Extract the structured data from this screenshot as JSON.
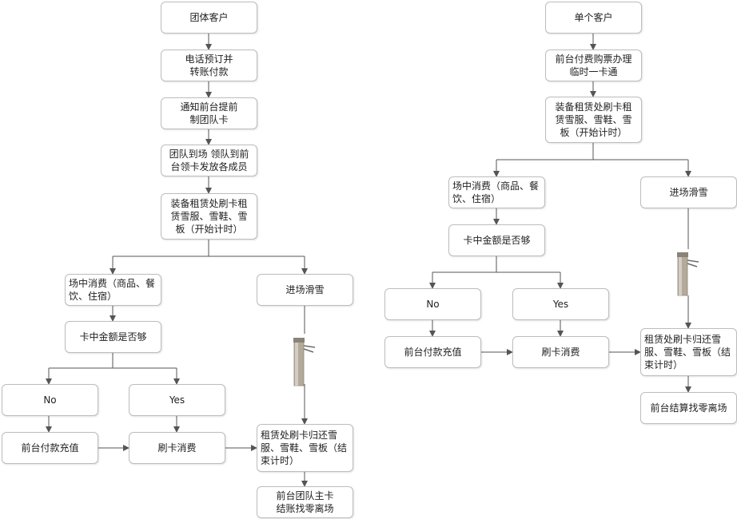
{
  "group_flow": {
    "customer": "团体客户",
    "phone_booking": "电话预订并\n转账付款",
    "notify_front": "通知前台提前\n制团队卡",
    "team_arrive": "团队到场 领队到前\n台领卡发放各成员",
    "rent_gear": "装备租赁处刷卡租\n赁雪服、雪鞋、雪\n板（开始计时）",
    "onsite_spend": "场中消费（商品、餐\n饮、住宿）",
    "enter_ski": "进场滑雪",
    "balance_check": "卡中金额是否够",
    "no": "No",
    "yes": "Yes",
    "recharge": "前台付款充值",
    "swipe_pay": "刷卡消费",
    "return_gear": "租赁处刷卡归还雪\n服、雪鞋、雪板（结\n束计时）",
    "checkout": "前台团队主卡\n结账找零离场"
  },
  "single_flow": {
    "customer": "单个客户",
    "buy_ticket": "前台付费购票办理\n临时一卡通",
    "rent_gear": "装备租赁处刷卡租\n赁雪服、雪鞋、雪\n板（开始计时）",
    "onsite_spend": "场中消费（商品、餐\n饮、住宿）",
    "enter_ski": "进场滑雪",
    "balance_check": "卡中金额是否够",
    "no": "No",
    "yes": "Yes",
    "recharge": "前台付款充值",
    "swipe_pay": "刷卡消费",
    "return_gear": "租赁处刷卡归还雪\n服、雪鞋、雪板（结\n束计时）",
    "checkout": "前台结算找零离场"
  },
  "colors": {
    "line": "#555555",
    "box_border": "#bdbdbd",
    "turnstile": "#a8a196"
  }
}
